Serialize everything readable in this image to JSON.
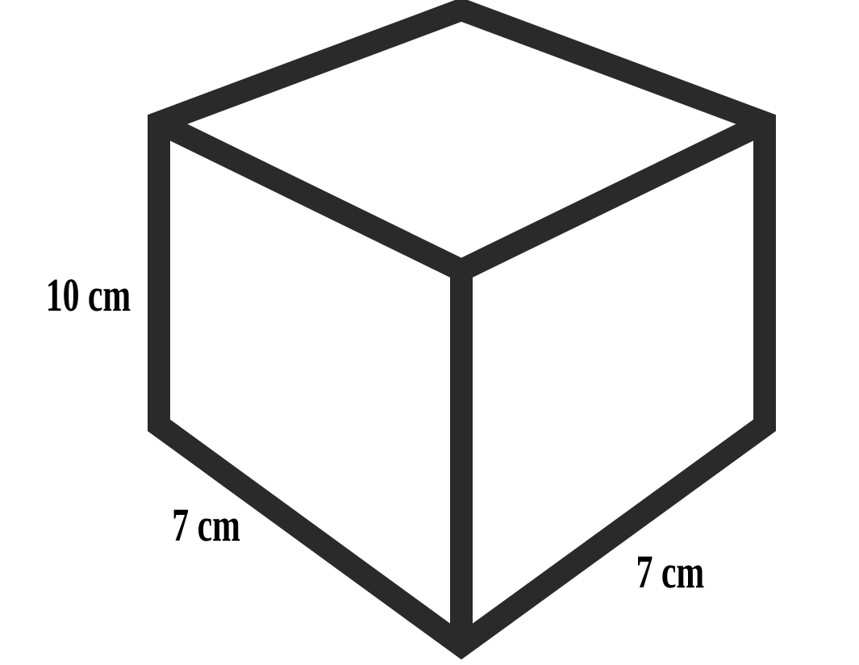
{
  "diagram": {
    "labels": {
      "height": "10 cm",
      "left_depth": "7 cm",
      "right_depth": "7 cm"
    },
    "colors": {
      "edge": "#2a2a2a",
      "background": "#ffffff",
      "text": "#000000"
    }
  }
}
